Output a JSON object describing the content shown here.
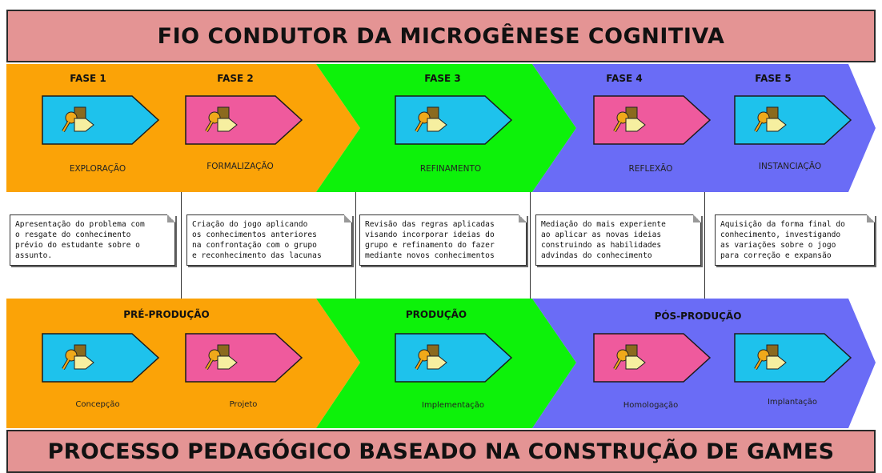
{
  "title": "FIO CONDUTOR DA MICROGÊNESE COGNITIVA",
  "footer": "PROCESSO PEDAGÓGICO BASEADO NA CONSTRUÇÃO DE GAMES",
  "colors": {
    "orange": "#fba307",
    "green": "#0df20a",
    "purple": "#6a6cf6",
    "cyan": "#1ec2ec",
    "pink": "#ef5a9d",
    "banner": "#e49494"
  },
  "phases": [
    {
      "header": "FASE 1",
      "label": "EXPLORAÇÃO",
      "icon_color": "cyan",
      "note": "Apresentação do problema com\no resgate do conhecimento\nprévio do estudante sobre o\nassunto."
    },
    {
      "header": "FASE 2",
      "label": "FORMALIZAÇÃO",
      "icon_color": "pink",
      "note": "Criação do jogo aplicando\nos conhecimentos anteriores\nna confrontação com o grupo\ne reconhecimento das lacunas"
    },
    {
      "header": "FASE 3",
      "label": "REFINAMENTO",
      "icon_color": "cyan",
      "note": "Revisão das regras aplicadas\nvisando incorporar ideias do\ngrupo e refinamento do fazer\nmediante novos conhecimentos"
    },
    {
      "header": "FASE 4",
      "label": "REFLEXÃO",
      "icon_color": "pink",
      "note": "Mediação do mais experiente\nao aplicar as novas ideias\nconstruindo as habilidades\nadvindas do conhecimento"
    },
    {
      "header": "FASE 5",
      "label": "INSTANCIAÇÃO",
      "icon_color": "cyan",
      "note": "Aquisição da forma final do\nconhecimento, investigando\nas variações sobre o jogo\npara correção e expansão"
    }
  ],
  "stages": [
    {
      "header": "PRÉ-PRODUÇÃO"
    },
    {
      "header": "PRODUÇÃO"
    },
    {
      "header": "PÓS-PRODUÇÃO"
    }
  ],
  "steps": [
    {
      "label": "Concepção",
      "icon_color": "cyan"
    },
    {
      "label": "Projeto",
      "icon_color": "pink"
    },
    {
      "label": "Implementação",
      "icon_color": "cyan"
    },
    {
      "label": "Homologação",
      "icon_color": "pink"
    },
    {
      "label": "Implantação",
      "icon_color": "cyan"
    }
  ]
}
